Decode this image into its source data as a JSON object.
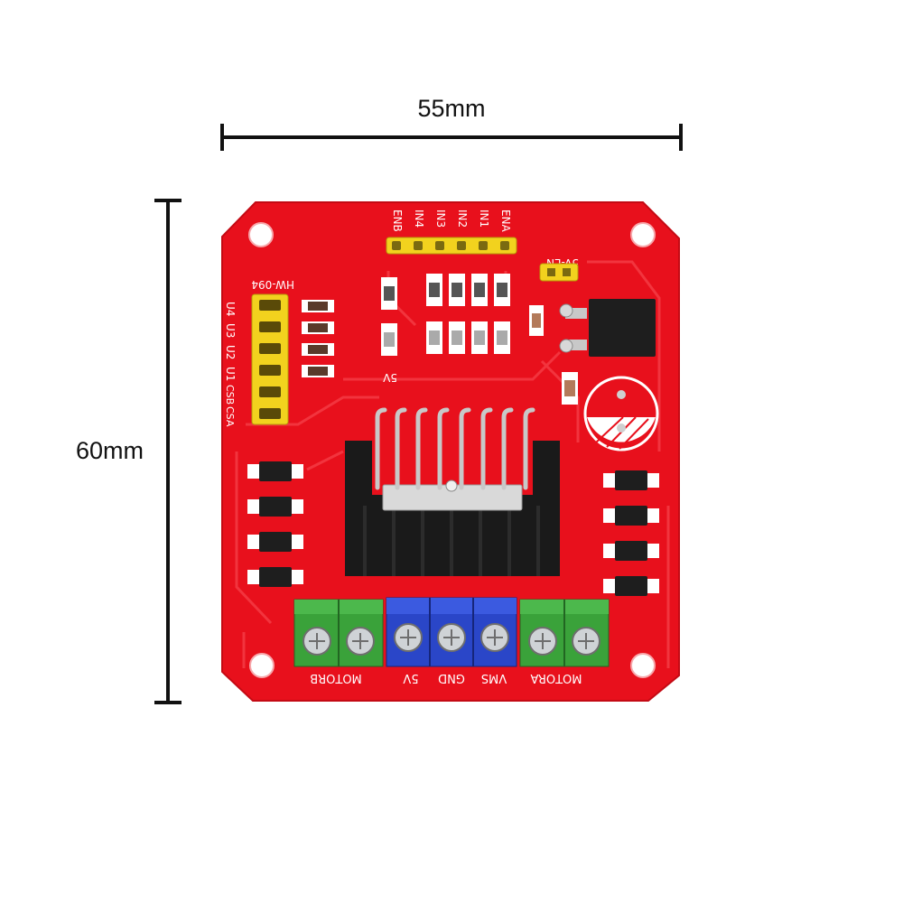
{
  "dimensions": {
    "width": "55mm",
    "height": "60mm"
  },
  "board": {
    "model": "HW-094",
    "pin_header": [
      "ENB",
      "IN4",
      "IN3",
      "IN2",
      "IN1",
      "ENA"
    ],
    "jumper_label": "5V-EN",
    "side_jumpers": [
      "U4",
      "U3",
      "U2",
      "U1",
      "CSB",
      "CSA"
    ],
    "led_label": "5V",
    "terminals": [
      "MOTORB",
      "5V",
      "GND",
      "VMS",
      "MOTORA"
    ],
    "colors": {
      "pcb": "#e8101c",
      "terminal_green": "#3aa23a",
      "terminal_blue": "#2a46c8",
      "jumper": "#f2d21e"
    }
  }
}
